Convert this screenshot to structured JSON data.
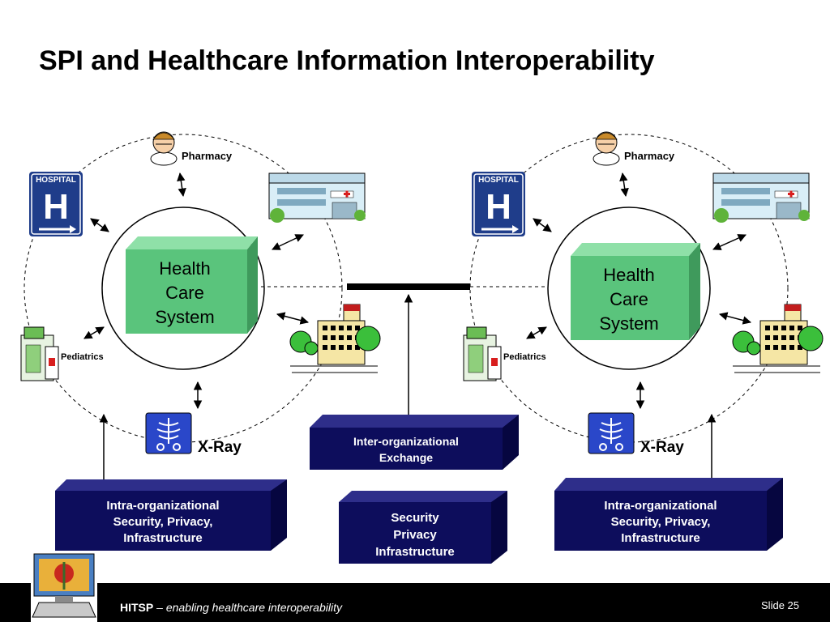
{
  "slide": {
    "title": "SPI and Healthcare Information Interoperability",
    "footer_brand": "HITSP",
    "footer_dash": " – ",
    "footer_tagline": "enabling healthcare interoperability",
    "slide_label": "Slide 25"
  },
  "clusters": [
    {
      "center_lines": [
        "Health",
        "Care",
        "System"
      ],
      "hospital_sign": "HOSPITAL",
      "hospital_letter": "H",
      "pharmacy": "Pharmacy",
      "pediatrics": "Pediatrics",
      "xray": "X-Ray"
    },
    {
      "center_lines": [
        "Health",
        "Care",
        "System"
      ],
      "hospital_sign": "HOSPITAL",
      "hospital_letter": "H",
      "pharmacy": "Pharmacy",
      "pediatrics": "Pediatrics",
      "xray": "X-Ray"
    }
  ],
  "boxes": {
    "left_intra": [
      "Intra-organizational",
      "Security, Privacy,",
      "Infrastructure"
    ],
    "exchange": [
      "Inter-organizational",
      "Exchange"
    ],
    "spi": [
      "Security",
      "Privacy",
      "Infrastructure"
    ],
    "right_intra": [
      "Intra-organizational",
      "Security, Privacy,",
      "Infrastructure"
    ]
  },
  "colors": {
    "green": "#5ac47c",
    "navy": "#0d0d5c",
    "sign_blue": "#1f3d8a"
  }
}
